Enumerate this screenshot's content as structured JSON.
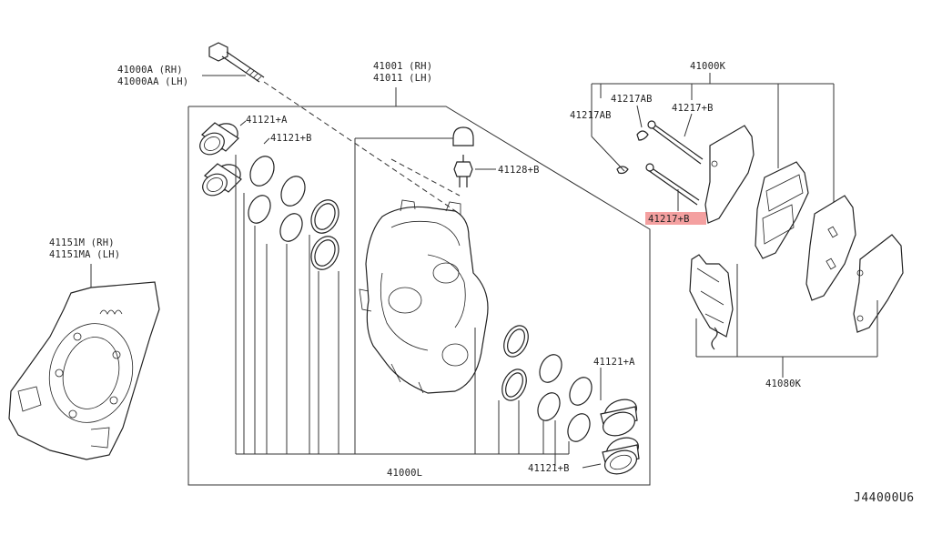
{
  "labels": {
    "bolt_rh": "41000A (RH)",
    "bolt_lh": "41000AA (LH)",
    "caliper_rh": "41001 (RH)",
    "caliper_lh": "41011 (LH)",
    "piston_seal_a_top": "41121+A",
    "piston_seal_b_top": "41121+B",
    "bleeder": "41128+B",
    "shield_rh": "41151M (RH)",
    "shield_lh": "41151MA (LH)",
    "pad_kit": "41000K",
    "clip_ab_upper": "41217AB",
    "clip_ab_lower": "41217AB",
    "pin_b_upper": "41217+B",
    "pin_b_highlight": "41217+B",
    "piston_seal_a_bottom": "41121+A",
    "piston_seal_b_bottom": "41121+B",
    "caliper_assy": "41000L",
    "hardware_kit": "41080K"
  },
  "diagram_code": "J44000U6",
  "colors": {
    "highlight": "#f4a0a0",
    "line": "#333333"
  }
}
